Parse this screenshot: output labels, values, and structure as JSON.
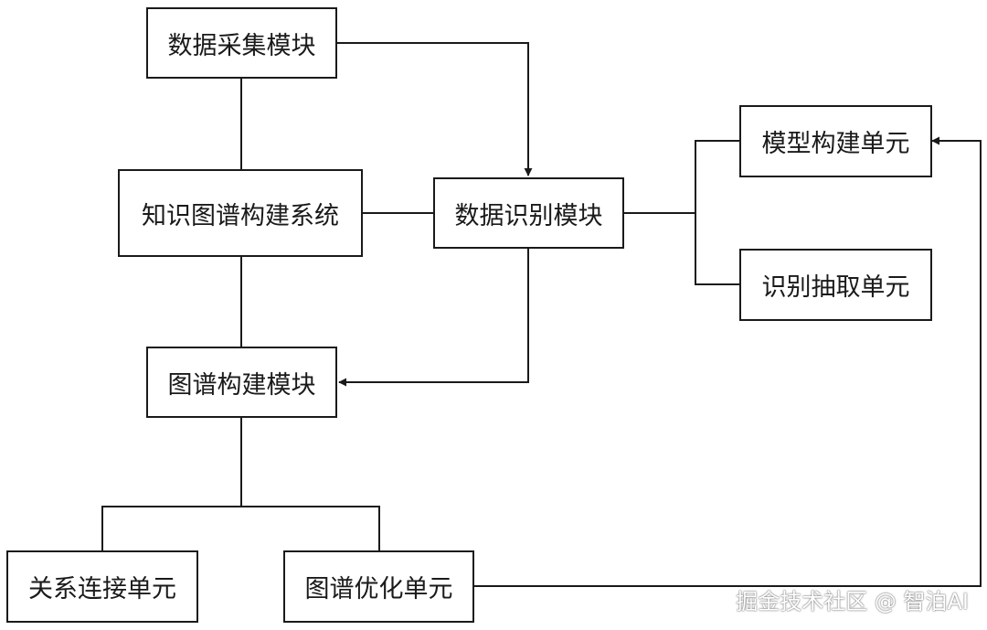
{
  "nodes": {
    "data_collection": "数据采集模块",
    "kg_system": "知识图谱构建系统",
    "data_recognition": "数据识别模块",
    "graph_building": "图谱构建模块",
    "model_building": "模型构建单元",
    "recognition_extraction": "识别抽取单元",
    "relation_linking": "关系连接单元",
    "graph_optimization": "图谱优化单元"
  },
  "watermark": "掘金技术社区 @ 智泊AI",
  "colors": {
    "line": "#1a1a1a",
    "background": "#ffffff"
  }
}
